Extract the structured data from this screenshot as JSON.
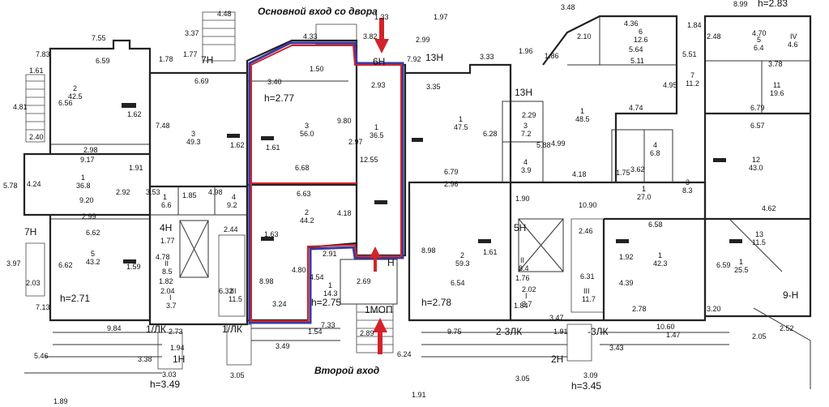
{
  "captions": {
    "main_entrance": "Основной вход со двора",
    "second_entrance": "Второй вход"
  },
  "colors": {
    "highlight_red": "#d2232a",
    "highlight_blue": "#3a3aa0",
    "arrow": "#d2232a"
  },
  "heights": {
    "center": "h=2.77",
    "center_low": "h=2.75",
    "left": "h=2.71",
    "right": "h=2.78",
    "bottom_left": "h=3.49",
    "bottom_right": "h=3.45",
    "top_right": "h=2.83"
  },
  "room_labels": {
    "r7h_top": "7Н",
    "r7h_left": "7Н",
    "r4h": "4Н",
    "r1lk": "1/ЛК",
    "r1lk_b": "1/ЛК",
    "r1h": "1Н",
    "r6h": "6Н",
    "r13h_a": "13Н",
    "r13h_b": "13Н",
    "r5h": "5Н",
    "r2lk": "2-3ЛК",
    "r3lk": "-3ЛК",
    "r2h": "2Н",
    "r1mop": "1МОП",
    "rH": "Н",
    "r9h": "9-Н"
  },
  "rooms": [
    {
      "num": "2",
      "area": "42.5"
    },
    {
      "num": "3",
      "area": "49.3"
    },
    {
      "num": "1",
      "area": "36.8"
    },
    {
      "num": "5",
      "area": "43.2"
    },
    {
      "num": "1",
      "area": "6.6"
    },
    {
      "num": "4",
      "area": "9.2"
    },
    {
      "num": "II",
      "area": "8.5"
    },
    {
      "num": "I",
      "area": "3.7"
    },
    {
      "num": "III",
      "area": "11.5"
    },
    {
      "num": "3",
      "area": "56.0"
    },
    {
      "num": "2",
      "area": "44.2"
    },
    {
      "num": "1",
      "area": "36.5"
    },
    {
      "num": "1",
      "area": "14.3"
    },
    {
      "num": "1",
      "area": "47.5"
    },
    {
      "num": "3",
      "area": "7.2"
    },
    {
      "num": "4",
      "area": "3.9"
    },
    {
      "num": "2",
      "area": "59.3"
    },
    {
      "num": "II",
      "area": "8.4"
    },
    {
      "num": "I",
      "area": "3.7"
    },
    {
      "num": "III",
      "area": "11.7"
    },
    {
      "num": "1",
      "area": "48.5"
    },
    {
      "num": "1",
      "area": "27.0"
    },
    {
      "num": "3",
      "area": "8.3"
    },
    {
      "num": "1",
      "area": "42.3"
    },
    {
      "num": "12",
      "area": "43.0"
    },
    {
      "num": "11",
      "area": "19.6"
    },
    {
      "num": "13",
      "area": "11.5"
    },
    {
      "num": "1",
      "area": "25.5"
    },
    {
      "num": "7",
      "area": "11.2"
    },
    {
      "num": "6",
      "area": "12.6"
    },
    {
      "num": "5",
      "area": "6.4"
    },
    {
      "num": "4",
      "area": "6.8"
    },
    {
      "num": "IV",
      "area": "4.6"
    }
  ],
  "dims": {
    "d7_55": "7.55",
    "d7_83": "7.83",
    "d6_59": "6.59",
    "d1_61": "1.61",
    "d6_56": "6.56",
    "d4_81": "4.81",
    "d1_62": "1.62",
    "d2_40": "2.40",
    "d2_98": "2.98",
    "d9_17": "9.17",
    "d5_78": "5.78",
    "d4_24": "4.24",
    "d9_20": "9.20",
    "d2_92": "2.92",
    "d1_91": "1.91",
    "d2_99": "2.99",
    "d6_62": "6.62",
    "d6_62b": "6.62",
    "d1_59": "1.59",
    "d3_97": "3.97",
    "d2_03": "2.03",
    "d7_13": "7.13",
    "d9_84": "9.84",
    "d5_46": "5.46",
    "d1_89": "1.89",
    "d4_48": "4.48",
    "d3_37": "3.37",
    "d1_78": "1.78",
    "d1_77": "1.77",
    "d6_69": "6.69",
    "d7_48": "7.48",
    "d1_62b": "1.62",
    "d3_53": "3.53",
    "d1_85": "1.85",
    "d4_98": "4.98",
    "d1_77b": "1.77",
    "d4_78": "4.78",
    "d2_44": "2.44",
    "d6_32": "6.32",
    "d2_04": "2.04",
    "d3_40": "3.40",
    "d1_50": "1.50",
    "d9_80": "9.80",
    "d1_61b": "1.61",
    "d6_68": "6.68",
    "d6_63": "6.63",
    "d1_63": "1.63",
    "d8_98": "8.98",
    "d4_80": "4.80",
    "d3_24": "3.24",
    "d4_54": "4.54",
    "d2_91": "2.91",
    "d2_93": "2.93",
    "d2_97": "2.97",
    "d12_55": "12.55",
    "d4_18": "4.18",
    "d2_69": "2.69",
    "d1_54": "1.54",
    "d7_33": "7.33",
    "d3_49": "3.49",
    "d2_89": "2.89",
    "d6_24": "6.24",
    "d1_97": "1.97",
    "d2_99b": "2.99",
    "d7_92": "7.92",
    "d3_33": "3.33",
    "d3_35": "3.35",
    "d6_28": "6.28",
    "d6_79": "6.79",
    "d2_96": "2.96",
    "d8_98b": "8.98",
    "d1_61c": "1.61",
    "d6_54": "6.54",
    "d9_75": "9.75",
    "d1_91b": "1.91",
    "d1_96": "1.96",
    "d2_29": "2.29",
    "d5_88": "5.88",
    "d4_99": "4.99",
    "d4_18b": "4.18",
    "d1_90": "1.90",
    "d10_90": "10.90",
    "d3_62": "3.62",
    "d1_75": "1.75",
    "d2_46": "2.46",
    "d6_58": "6.58",
    "d4_39": "4.39",
    "d6_59b": "6.59",
    "d2_78": "2.78",
    "d3_20": "3.20",
    "d10_60": "10.60",
    "d3_43": "3.43",
    "d3_05": "3.05",
    "d3_09": "3.09",
    "d8_99": "8.99",
    "d6_57": "6.57",
    "d4_62": "4.62",
    "d4_74": "4.74",
    "d4_95": "4.95",
    "d6_79b": "6.79",
    "d5_51": "5.51",
    "d1_84": "1.84",
    "d4_36": "4.36",
    "d5_64": "5.64",
    "d5_11": "5.11",
    "d3_78": "3.78",
    "d4_70": "4.70",
    "d3_05b": "3.05",
    "d3_03": "3.03",
    "d4_33": "4.33",
    "d1_33": "1.33",
    "d3_82": "3.82",
    "d9_82": "1.82",
    "d1_47": "1.47",
    "d2_05": "2.05",
    "d2_52": "2.52",
    "d3_38": "3.38",
    "d2_73": "2.73",
    "d1_94": "1.94",
    "d1_91c": "1.91",
    "d2_02": "2.02",
    "d3_47": "3.47",
    "d1_84b": "1.84",
    "d6_31": "6.31",
    "d1_76": "1.76",
    "d1_92": "1.92",
    "d2_10": "2.10",
    "d2_48": "2.48",
    "d3_48": "3.48",
    "d9_86": "1.86"
  }
}
